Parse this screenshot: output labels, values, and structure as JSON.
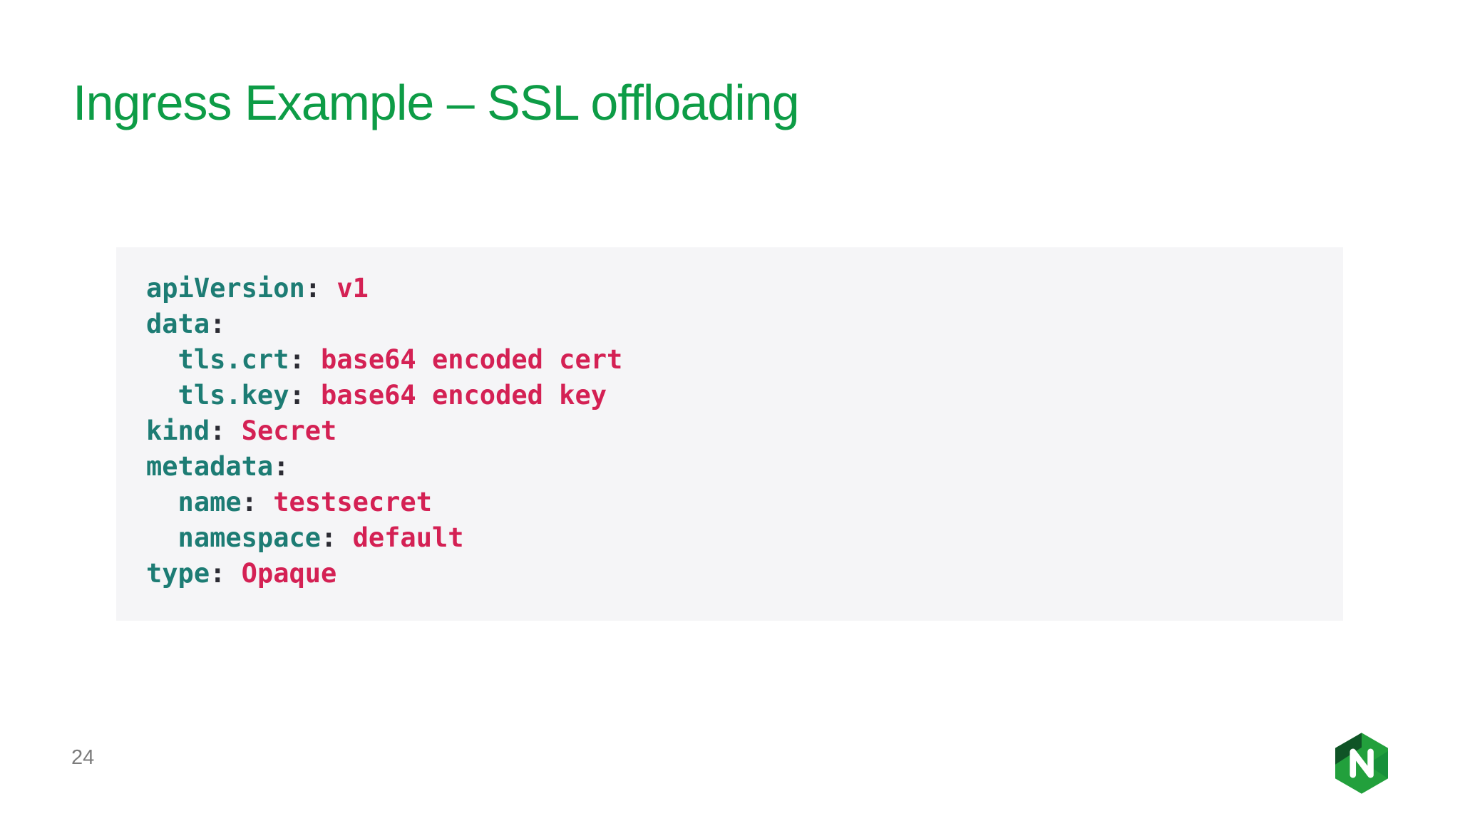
{
  "slide": {
    "title": "Ingress Example – SSL offloading",
    "page_number": "24"
  },
  "code_block": {
    "language": "yaml",
    "lines": [
      {
        "indent": 0,
        "key": "apiVersion",
        "value": "v1"
      },
      {
        "indent": 0,
        "key": "data",
        "value": ""
      },
      {
        "indent": 1,
        "key": "tls.crt",
        "value": "base64 encoded cert"
      },
      {
        "indent": 1,
        "key": "tls.key",
        "value": "base64 encoded key"
      },
      {
        "indent": 0,
        "key": "kind",
        "value": "Secret"
      },
      {
        "indent": 0,
        "key": "metadata",
        "value": ""
      },
      {
        "indent": 1,
        "key": "name",
        "value": "testsecret"
      },
      {
        "indent": 1,
        "key": "namespace",
        "value": "default"
      },
      {
        "indent": 0,
        "key": "type",
        "value": "Opaque"
      }
    ]
  },
  "logo": {
    "name": "NGINX",
    "letter": "N"
  },
  "colors": {
    "title_green": "#0d9c46",
    "key_teal": "#1d7c74",
    "value_red": "#d42154",
    "punct_dark": "#2b2b33",
    "code_bg": "#f5f5f7",
    "page_gray": "#7c7c7c",
    "logo_main": "#22a03c",
    "logo_dark": "#0f5426",
    "logo_shade": "#17903a"
  }
}
